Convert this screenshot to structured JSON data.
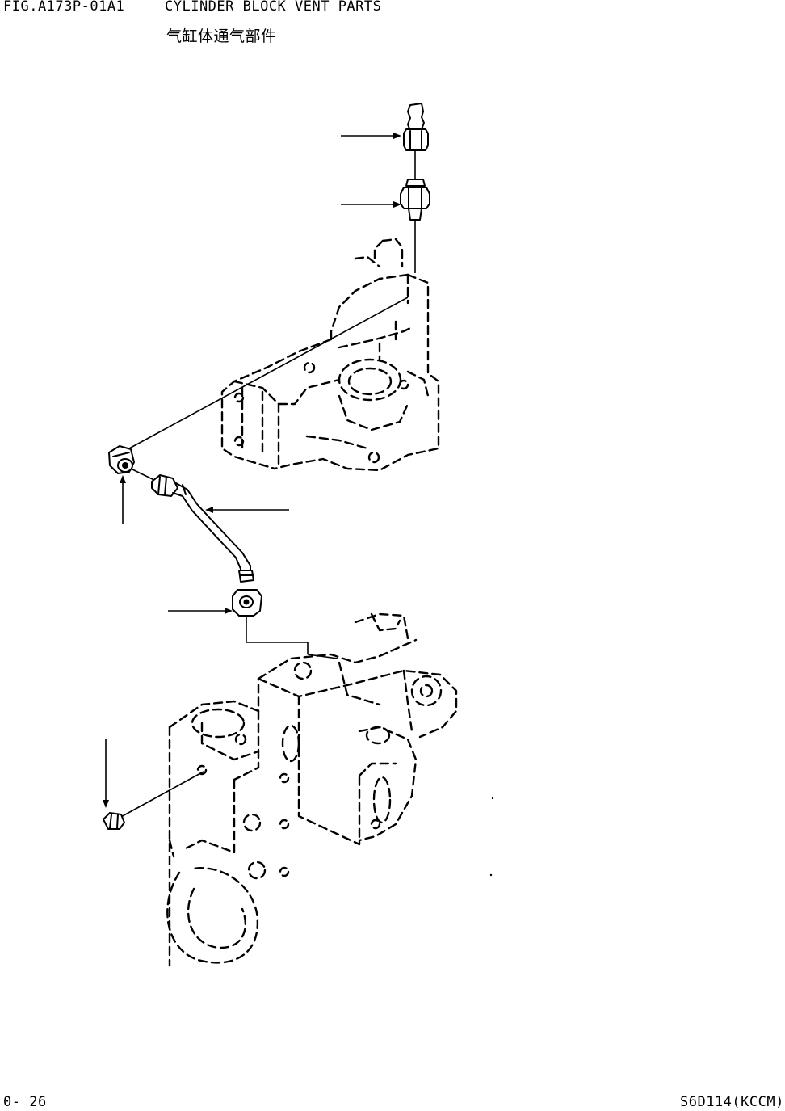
{
  "header": {
    "fig_code": "FIG.A173P-01A1",
    "title_en": "CYLINDER BLOCK VENT PARTS",
    "title_cn": "气缸体通气部件"
  },
  "footer": {
    "page_number": "0- 26",
    "model_code": "S6D114(KCCM)"
  }
}
